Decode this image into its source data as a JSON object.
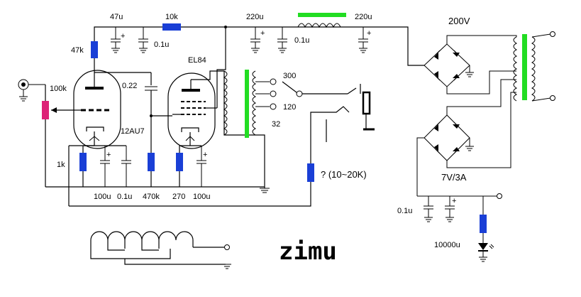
{
  "labels": {
    "c47u": "47u",
    "r10k": "10k",
    "c220u_a": "220u",
    "c220u_b": "220u",
    "r47k": "47k",
    "c01u_a": "0.1u",
    "c01u_b": "0.1u",
    "el84": "EL84",
    "c022": "0.22",
    "pot100k": "100k",
    "tap300": "300",
    "tap120": "120",
    "tap32": "32",
    "tube12au7": "12AU7",
    "r1k": "1k",
    "c100u_a": "100u",
    "c01u_c": "0.1u",
    "r470k": "470k",
    "r270": "270",
    "c100u_b": "100u",
    "rseries": "? (10~20K)",
    "v200": "200V",
    "v7": "7V/3A",
    "c01u_d": "0.1u",
    "c10000u": "10000u",
    "logo": "zimu"
  },
  "colors": {
    "resistor": "#1a3fd6",
    "transformer": "#22dd22",
    "pot": "#dd2277"
  }
}
